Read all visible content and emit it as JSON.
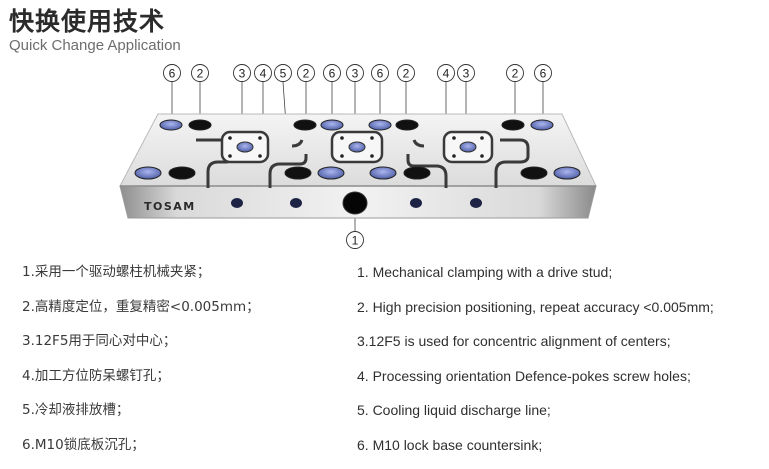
{
  "header": {
    "title_cn": "快换使用技术",
    "title_en": "Quick Change Application"
  },
  "plate": {
    "brand": "TOSAM",
    "colors": {
      "surface": "#ececec",
      "hole_blue": "#7d8ccf",
      "hole_black": "#111111"
    }
  },
  "callouts": {
    "top": [
      "6",
      "2",
      "3",
      "4",
      "5",
      "2",
      "6",
      "3",
      "6",
      "2",
      "4",
      "3",
      "2",
      "6"
    ],
    "bottom": "1"
  },
  "features_cn": [
    "1.采用一个驱动螺柱机械夹紧；",
    "2.高精度定位，重复精密<0.005mm；",
    "3.12F5用于同心对中心；",
    "4.加工方位防呆螺钉孔；",
    "5.冷却液排放槽；",
    "6.M10锁底板沉孔；"
  ],
  "features_en": [
    "1. Mechanical clamping with a drive stud;",
    "2. High precision positioning, repeat accuracy <0.005mm;",
    "3.12F5 is used for concentric alignment of centers;",
    "4. Processing orientation Defence-pokes screw holes;",
    "5. Cooling liquid discharge line;",
    "6. M10 lock base countersink;"
  ]
}
